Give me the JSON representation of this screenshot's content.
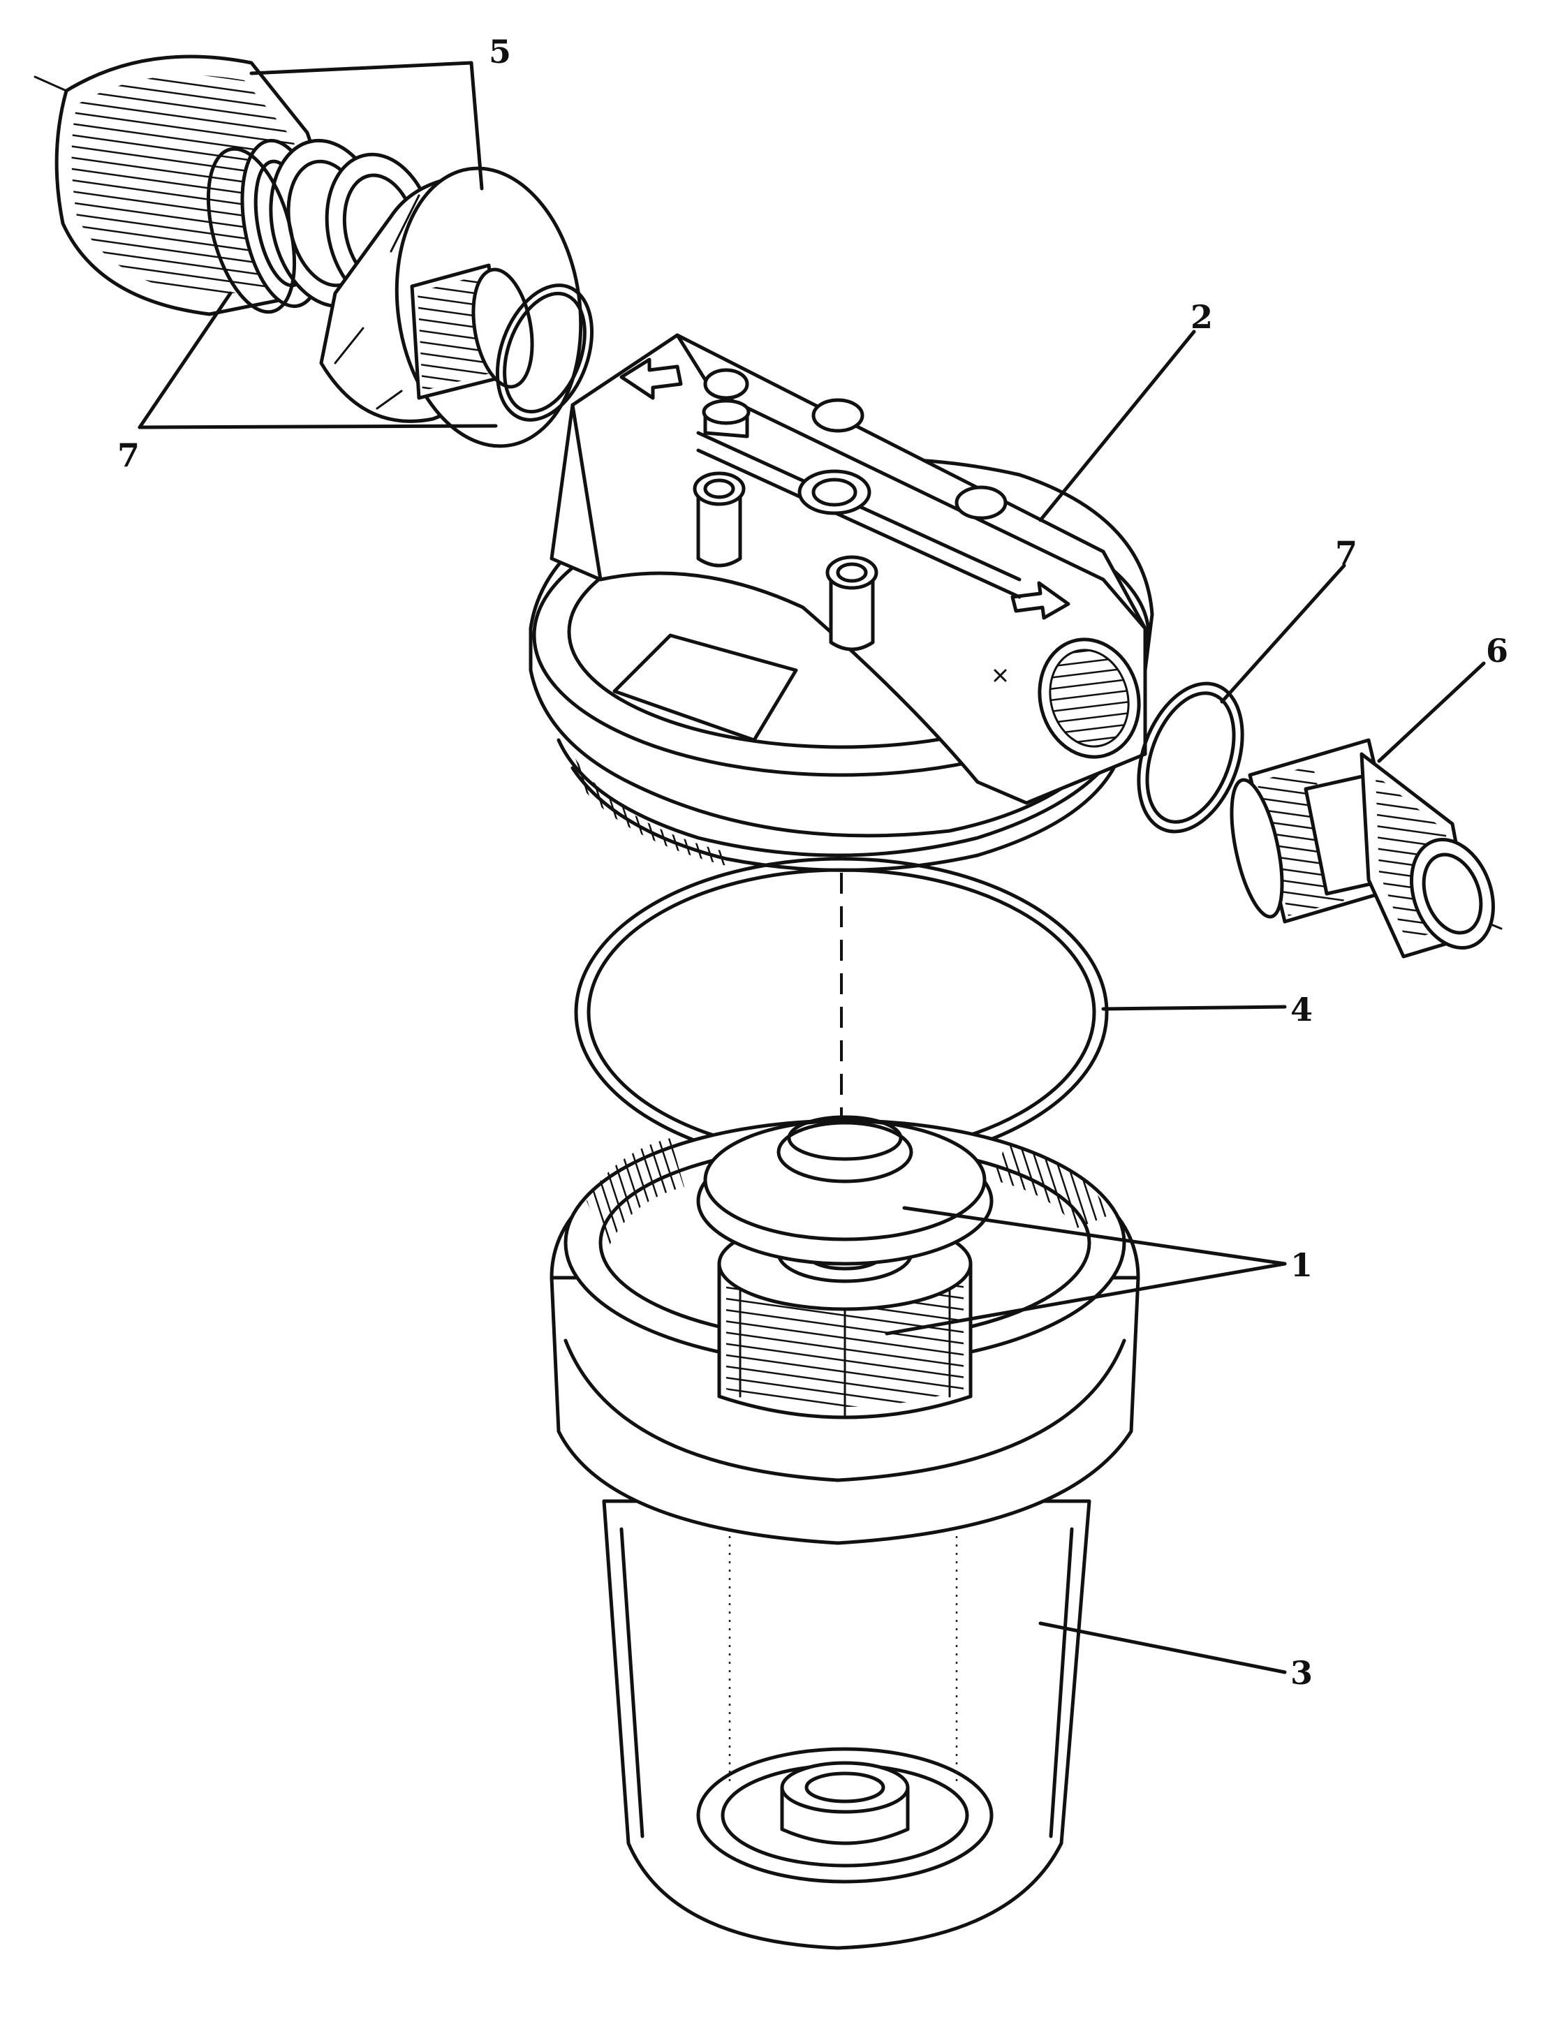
{
  "figure": {
    "callouts": [
      {
        "id": "c5",
        "text": "5"
      },
      {
        "id": "c2",
        "text": "2"
      },
      {
        "id": "c7a",
        "text": "7"
      },
      {
        "id": "c7b",
        "text": "7"
      },
      {
        "id": "c6",
        "text": "6"
      },
      {
        "id": "c4",
        "text": "4"
      },
      {
        "id": "c1",
        "text": "1"
      },
      {
        "id": "c3",
        "text": "3"
      }
    ]
  }
}
